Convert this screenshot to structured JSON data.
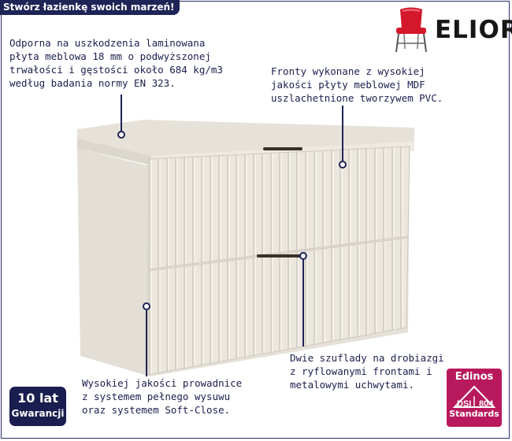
{
  "banner": {
    "text": "Stwórz łazienkę swoich marzeń!"
  },
  "brand": {
    "name": "ELIOR",
    "icon": "red-chair-icon"
  },
  "features": {
    "worktop": "Odporna na uszkodzenia laminowana\npłyta meblowa 18 mm o podwyższonej\ntrwałości i gęstości około 684 kg/m3\nwedług badania normy EN 323.",
    "fronts": "Fronty wykonane z wysokiej\njakości płyty meblowej MDF\nuszlachetnione tworzywem PVC.",
    "drawers": "Dwie szuflady na drobiazgi\nz ryflowanymi frontami i\nmetalowymi uchwytami.",
    "slides": "Wysokiej jakości prowadnice\nz systemem pełnego wysuwu\noraz systemem Soft-Close."
  },
  "warranty": {
    "years": "10 lat",
    "label": "Gwarancji"
  },
  "certificate": {
    "brand": "Edinos",
    "code_left": "DSI",
    "code_right": "804",
    "label": "Standards"
  },
  "colors": {
    "navy": "#1f2456",
    "cabinet": "#e9e5dd",
    "badge_pink": "#b8195c",
    "chair_red": "#d4182b"
  }
}
